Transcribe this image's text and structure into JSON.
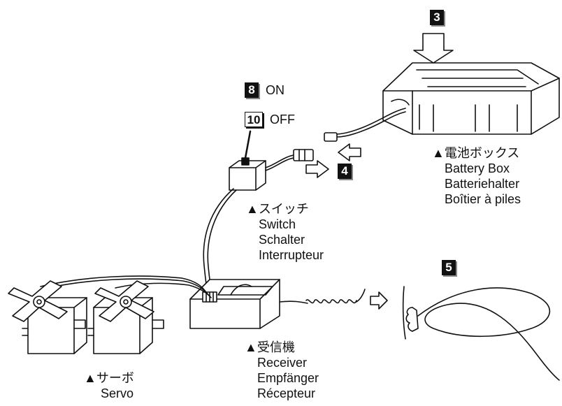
{
  "steps": {
    "battery_insert": "3",
    "battery_connect": "4",
    "antenna": "5",
    "switch_on": "8",
    "switch_off": "10"
  },
  "switch_states": {
    "on": "ON",
    "off": "OFF"
  },
  "labels": {
    "battery_box": [
      "▲電池ボックス",
      "Battery Box",
      "Batteriehalter",
      "Boîtier à piles"
    ],
    "switch": [
      "▲スイッチ",
      "Switch",
      "Schalter",
      "Interrupteur"
    ],
    "receiver": [
      "▲受信機",
      "Receiver",
      "Empfänger",
      "Récepteur"
    ],
    "servo": [
      "▲サーボ",
      "Servo"
    ]
  }
}
